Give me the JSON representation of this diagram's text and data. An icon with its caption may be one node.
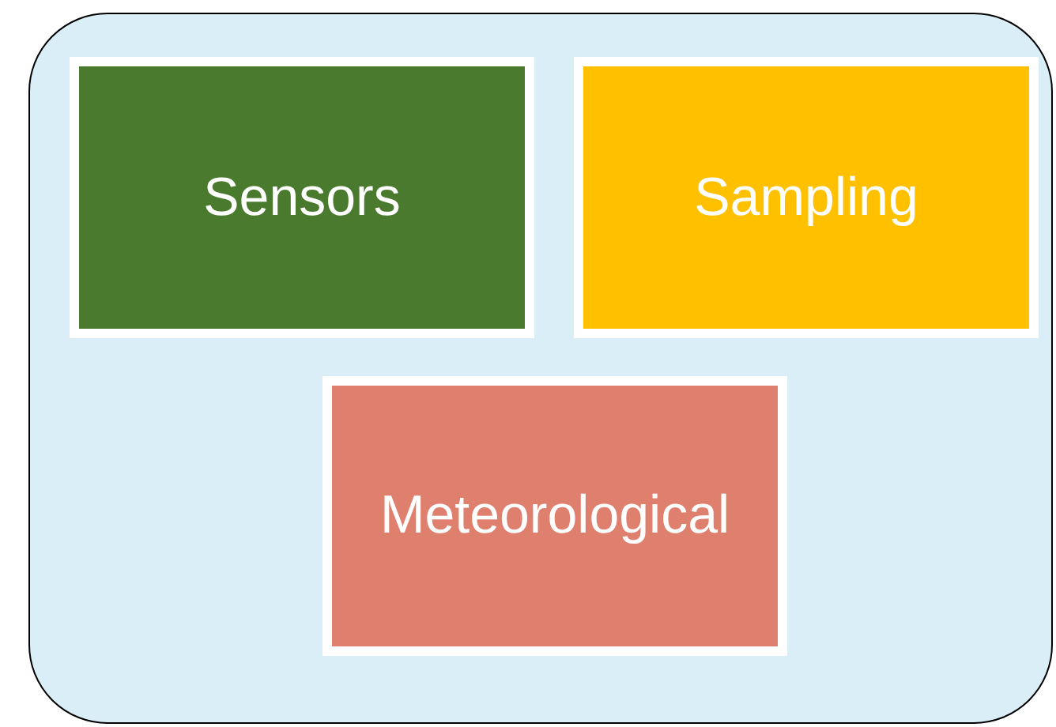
{
  "diagram": {
    "nodes": [
      {
        "text": [],
        "shape": "box"
      },
      {
        "text": [
          "Sensors"
        ],
        "in": 0
      },
      {
        "text": [
          "Sampling"
        ],
        "in": 0
      },
      {
        "text": [
          "Meteorological"
        ],
        "in": 0
      }
    ]
  }
}
